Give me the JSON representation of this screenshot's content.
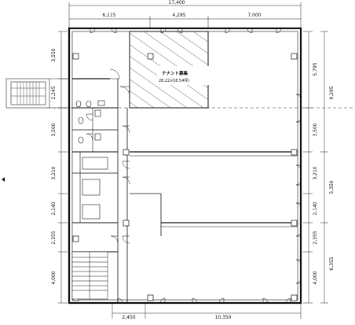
{
  "top_dims": {
    "overall": "17,400",
    "seg1": "6,115",
    "seg2": "4,285",
    "seg3": "7,000"
  },
  "bottom_dims": {
    "seg1": "2,450",
    "seg2": "10,350"
  },
  "left_dims": [
    "3,550",
    "2,245",
    "3,500",
    "3,210",
    "2,140",
    "2,355",
    "4,000"
  ],
  "right_inner_dims": [
    "5,795",
    "3,500",
    "3,210",
    "2,140",
    "2,355",
    "4,000"
  ],
  "right_outer_dims": [
    "9,295",
    "5,350",
    "6,355"
  ],
  "tenant": {
    "title": "テナント募集",
    "area": "28.22㎡(8.54坪)"
  }
}
